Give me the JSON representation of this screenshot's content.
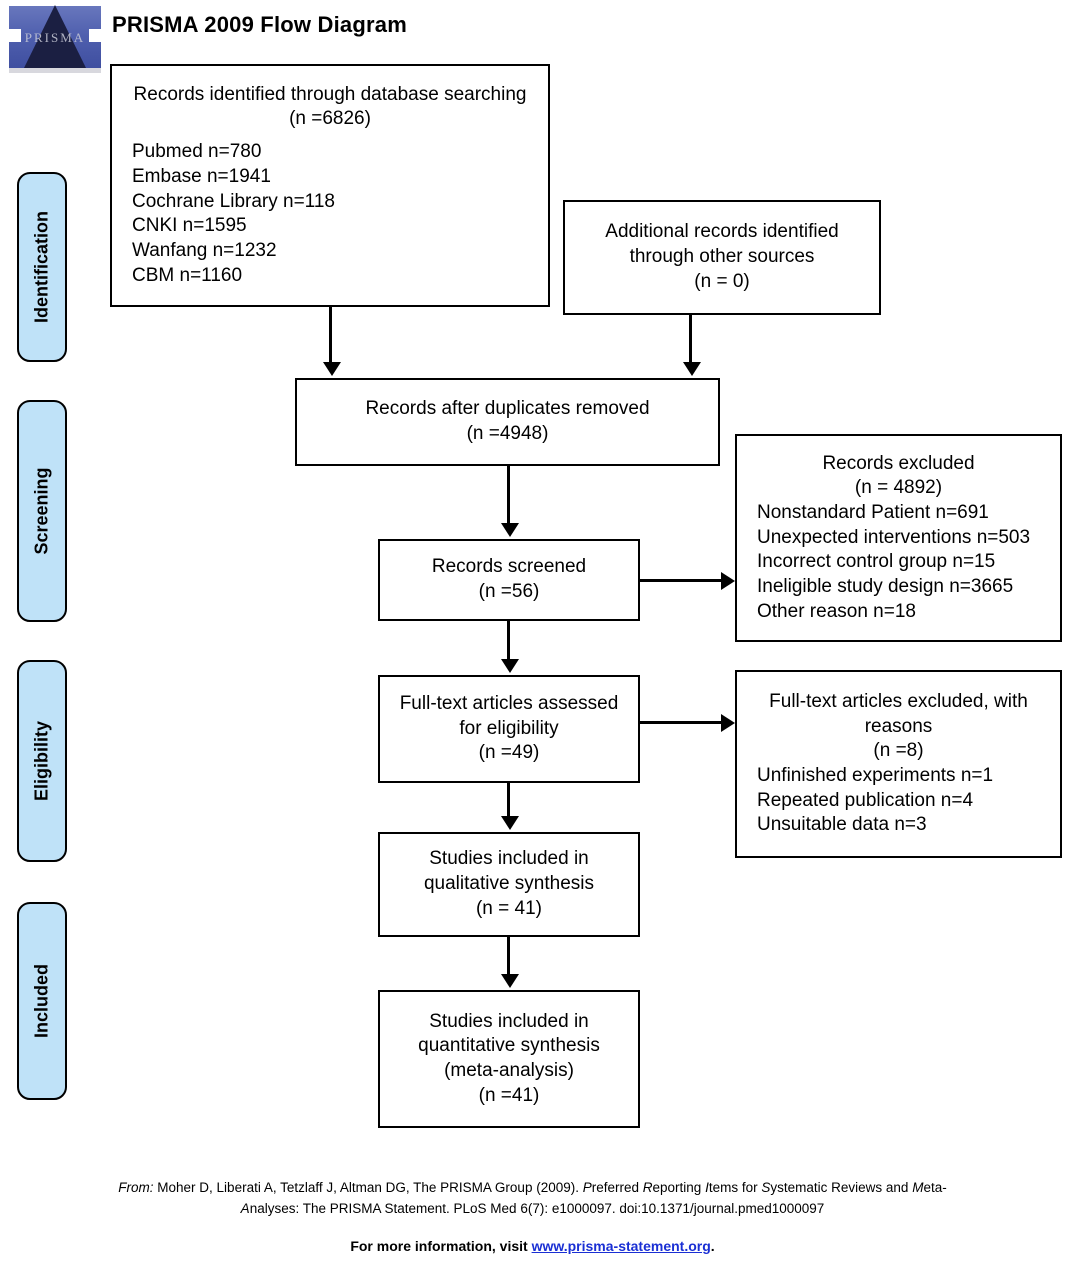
{
  "header": {
    "title": "PRISMA 2009 Flow Diagram",
    "logo_word": "PRISMA"
  },
  "colors": {
    "stage_fill": "#bfe2f8",
    "stage_border": "#000000",
    "box_border": "#000000",
    "link": "#1a2fd4",
    "logo_blue": "#5b6bb5",
    "logo_triangle": "#1b1f42"
  },
  "stages": [
    {
      "name": "identification",
      "label": "Identification"
    },
    {
      "name": "screening",
      "label": "Screening"
    },
    {
      "name": "eligibility",
      "label": "Eligibility"
    },
    {
      "name": "included",
      "label": "Included"
    }
  ],
  "flow": {
    "records_identified": {
      "title": "Records identified through database searching",
      "count": "(n =6826)",
      "sources": [
        "Pubmed n=780",
        "Embase n=1941",
        "Cochrane Library n=118",
        "CNKI n=1595",
        "Wanfang n=1232",
        "CBM n=1160"
      ]
    },
    "additional_records": {
      "line1": "Additional records identified",
      "line2": "through other sources",
      "count": "(n = 0)"
    },
    "after_duplicates": {
      "title": "Records after duplicates removed",
      "count": "(n =4948)"
    },
    "records_screened": {
      "title": "Records screened",
      "count": "(n =56)"
    },
    "records_excluded": {
      "title": "Records excluded",
      "count": "(n = 4892)",
      "reasons": [
        "Nonstandard Patient n=691",
        "Unexpected interventions n=503",
        "Incorrect control group n=15",
        "Ineligible study design n=3665",
        "Other reason n=18"
      ]
    },
    "fulltext_assessed": {
      "line1": "Full-text articles assessed",
      "line2": "for eligibility",
      "count": "(n =49)"
    },
    "fulltext_excluded": {
      "line1": "Full-text articles excluded, with",
      "line2": "reasons",
      "count": "(n =8)",
      "reasons": [
        "Unfinished experiments n=1",
        "Repeated publication n=4",
        "Unsuitable data n=3"
      ]
    },
    "qualitative": {
      "line1": "Studies included in",
      "line2": "qualitative synthesis",
      "count": "(n = 41)"
    },
    "quantitative": {
      "line1": "Studies included in",
      "line2": "quantitative synthesis",
      "line3": "(meta-analysis)",
      "count": "(n =41)"
    }
  },
  "footer": {
    "from_label": "From:",
    "citation_line1_a": "  Moher D, Liberati A, Tetzlaff J, Altman DG, The PRISMA Group (2009). ",
    "citation_line1_b": "P",
    "citation_line1_c": "referred ",
    "citation_line1_d": "R",
    "citation_line1_e": "eporting ",
    "citation_line1_f": "I",
    "citation_line1_g": "tems for ",
    "citation_line1_h": "S",
    "citation_line1_i": "ystematic Reviews and ",
    "citation_line1_j": "M",
    "citation_line1_k": "eta-",
    "citation_line2_a": "A",
    "citation_line2_b": "nalyses: The PRISMA Statement. PLoS Med 6(7): e1000097. doi:10.1371/journal.pmed1000097",
    "more_info_prefix": "For more information, visit ",
    "more_info_link": "www.prisma-statement.org",
    "more_info_suffix": "."
  }
}
